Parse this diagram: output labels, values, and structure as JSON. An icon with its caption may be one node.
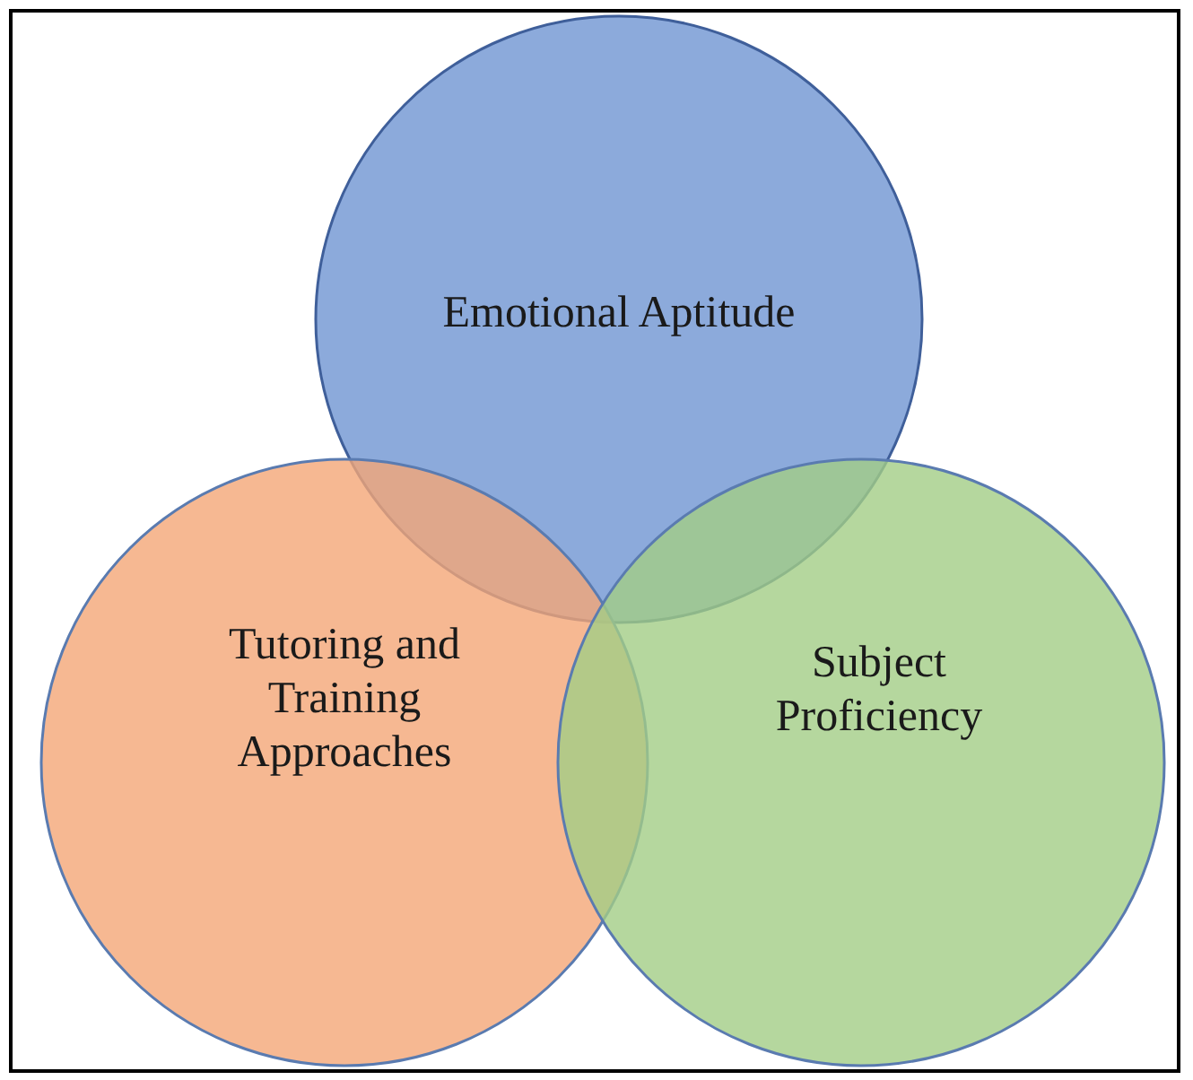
{
  "diagram": {
    "nodes": [
      {
        "text": [
          "Emotional Aptitude"
        ]
      },
      {
        "text": [
          "Tutoring and Training Approaches"
        ]
      },
      {
        "text": [
          "Subject Proficiency"
        ]
      }
    ]
  }
}
